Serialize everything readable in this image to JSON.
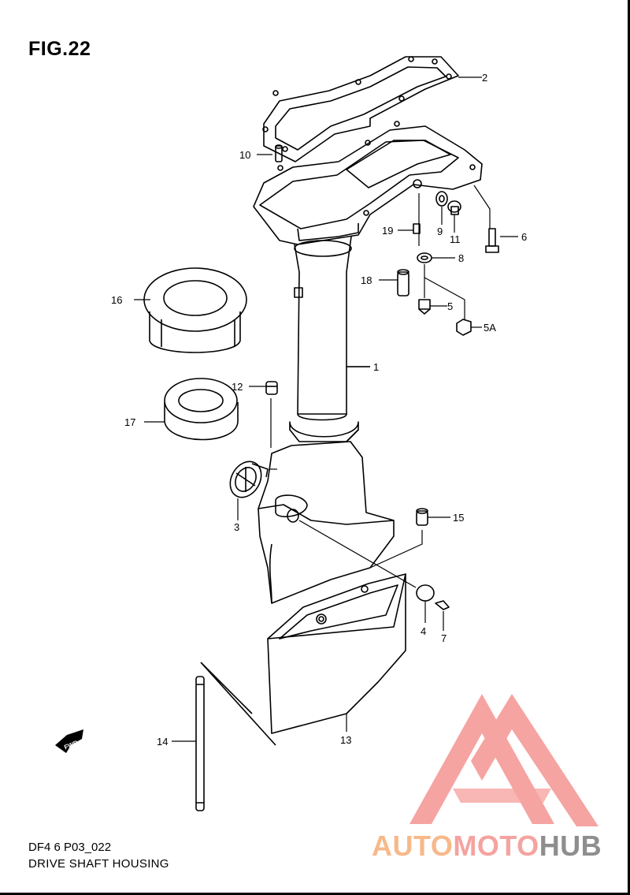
{
  "figure": {
    "title": "FIG.22",
    "part_code": "DF4 6 P03_022",
    "caption": "DRIVE SHAFT HOUSING",
    "direction_label": "FWD"
  },
  "callouts": {
    "c1": "1",
    "c2": "2",
    "c3": "3",
    "c4": "4",
    "c5": "5",
    "c5a": "5A",
    "c6": "6",
    "c7": "7",
    "c8": "8",
    "c9": "9",
    "c10": "10",
    "c11": "11",
    "c12": "12",
    "c13": "13",
    "c14": "14",
    "c15": "15",
    "c16": "16",
    "c17": "17",
    "c18": "18",
    "c19": "19"
  },
  "watermark": {
    "part1": "AUTO",
    "part2": "MOTO",
    "part3": "HUB",
    "colors": {
      "auto": "#f7b98a",
      "moto": "#f5a3a0",
      "hub": "#8e8e8e",
      "triangle": "#f59b98"
    }
  }
}
